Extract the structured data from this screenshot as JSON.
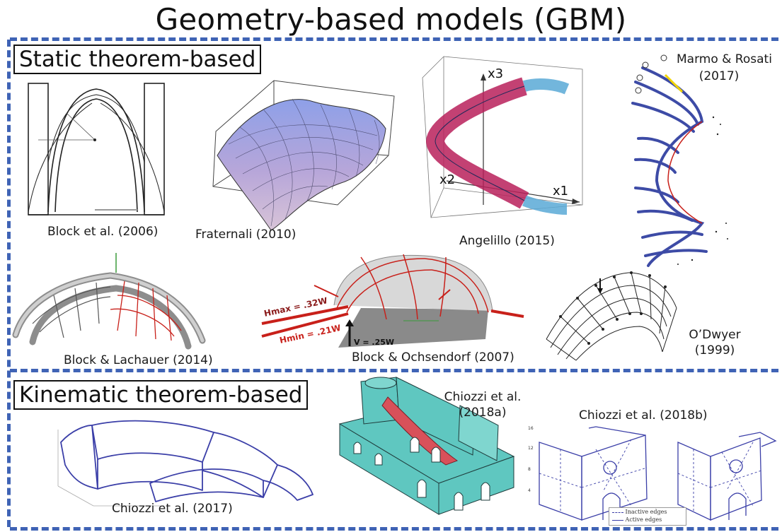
{
  "title": "Geometry-based models (GBM)",
  "sections": {
    "static": "Static theorem-based",
    "kinematic": "Kinematic theorem-based"
  },
  "captions": {
    "block2006": "Block et al. (2006)",
    "fraternali2010": "Fraternali (2010)",
    "angelillo2015": "Angelillo (2015)",
    "marmo_line1": "Marmo & Rosati",
    "marmo_line2": "(2017)",
    "blockLachauer2014": "Block & Lachauer (2014)",
    "blockOchsendorf2007": "Block & Ochsendorf (2007)",
    "odwyer_line1": "O’Dwyer",
    "odwyer_line2": "(1999)",
    "chiozzi2017": "Chiozzi et al. (2017)",
    "chiozzi2018a_line1": "Chiozzi et al.",
    "chiozzi2018a_line2": "(2018a)",
    "chiozzi2018b": "Chiozzi et al. (2018b)"
  },
  "figure_labels": {
    "angelillo_x3": "x3",
    "angelillo_x2": "x2",
    "angelillo_x1": "x1",
    "ochsendorf_hmax": "Hmax = .32W",
    "ochsendorf_hmin": "Hmin = .21W",
    "ochsendorf_v": "V = .25W",
    "chiozzi_legend_inactive": "Inactive edges",
    "chiozzi_legend_active": "Active edges"
  },
  "colors": {
    "dash": "#3f63b5",
    "thrust_red": "#c8201a",
    "vault_purple": "#a79bd6",
    "helix_red": "#b8205a",
    "helix_blue": "#59a9d6",
    "mesh_blue": "#3d4ba6",
    "teal": "#5fc7c0",
    "line_blue": "#3b3fa8"
  }
}
